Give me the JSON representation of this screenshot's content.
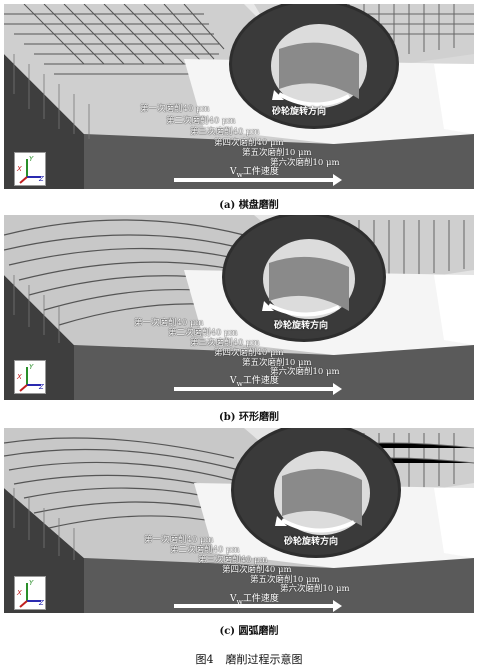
{
  "panels": [
    {
      "caption": "(a) 棋盘磨削",
      "wheel_direction": "砂轮旋转方向",
      "speed_label_v": "V",
      "speed_label_sub": "w",
      "speed_label_text": "工件速度",
      "passes": [
        "第一次磨削40 μm",
        "第二次磨削40 μm",
        "第三次磨削40 μm",
        "第四次磨削40 μm",
        "第五次磨削10 μm",
        "第六次磨削10 μm"
      ]
    },
    {
      "caption": "(b) 环形磨削",
      "wheel_direction": "砂轮旋转方向",
      "speed_label_v": "V",
      "speed_label_sub": "w",
      "speed_label_text": "工件速度",
      "passes": [
        "第一次磨削40 μm",
        "第二次磨削40 μm",
        "第三次磨削40 μm",
        "第四次磨削40 μm",
        "第五次磨削10 μm",
        "第六次磨削10 μm"
      ]
    },
    {
      "caption": "(c) 圆弧磨削",
      "wheel_direction": "砂轮旋转方向",
      "speed_label_v": "V",
      "speed_label_sub": "w",
      "speed_label_text": "工件速度",
      "passes": [
        "第一次磨削40 μm",
        "第二次磨削40 μm",
        "第三次磨削40 μm",
        "第四次磨削40 μm",
        "第五次磨削10 μm",
        "第六次磨削10 μm"
      ]
    }
  ],
  "axes": {
    "x": "X",
    "y": "Y",
    "z": "Z"
  },
  "figure": {
    "number": "图4",
    "title": "磨削过程示意图"
  }
}
